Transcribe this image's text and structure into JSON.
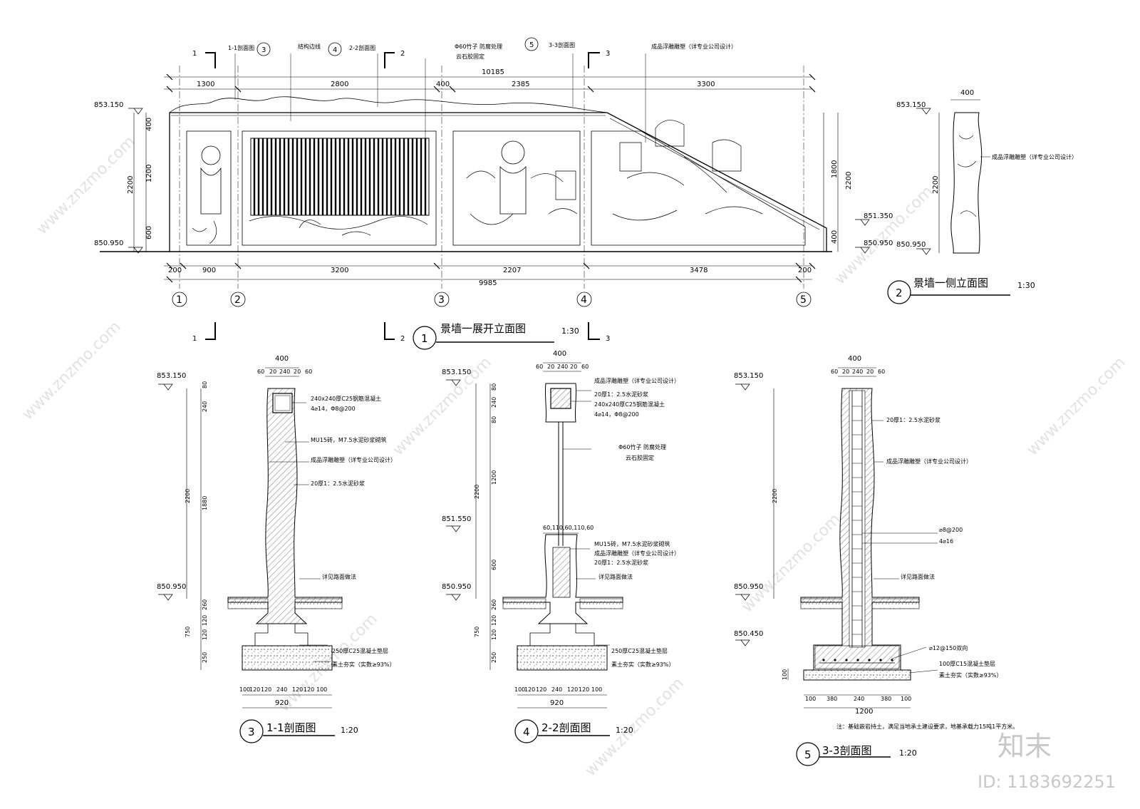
{
  "watermark": {
    "site": "www.znzmo.com",
    "brand": "知末",
    "id": "ID: 1183692251"
  },
  "elevation": {
    "bubble": "1",
    "title": "景墙一展开立面图",
    "scale": "1:30",
    "levels": {
      "top": "853.150",
      "base": "850.950"
    },
    "top_dims": {
      "total": "10185",
      "segments": [
        "1300",
        "2800",
        "400",
        "2385",
        "3300"
      ]
    },
    "bottom_dims": {
      "total": "9985",
      "segments": [
        "200",
        "900",
        "3200",
        "2207",
        "3478",
        "200"
      ]
    },
    "left_dims": {
      "outer": "2200",
      "parts": [
        "400",
        "1200",
        "600"
      ]
    },
    "right_dims": {
      "a": "1800",
      "b": "2200",
      "c": "400",
      "level_mid": "851.350",
      "level_base": "850.950"
    },
    "axes": [
      "1",
      "2",
      "3",
      "4",
      "5"
    ],
    "cuts": [
      {
        "num": "1",
        "label": "1-1剖面图",
        "bubble": "3"
      },
      {
        "num": "2",
        "label": "2-2剖面图",
        "bubble": "4"
      },
      {
        "num": "3",
        "label": "3-3剖面图",
        "bubble": "5"
      }
    ],
    "notes": {
      "edge": "结构边线",
      "bamboo": "Φ60竹子  防腐处理",
      "fix": "云石胶固定",
      "relief": "成品浮雕雕塑（详专业公司设计）"
    }
  },
  "side": {
    "bubble": "2",
    "title": "景墙一侧立面图",
    "scale": "1:30",
    "width": "400",
    "height": "2200",
    "top": "853.150",
    "base": "850.950",
    "note": "成品浮雕雕塑（详专业公司设计）"
  },
  "section1": {
    "bubble": "3",
    "title": "1-1剖面图",
    "scale": "1:20",
    "top_dims": {
      "total": "400",
      "parts": [
        "60",
        "20",
        "240",
        "20",
        "60"
      ]
    },
    "levels": {
      "top": "853.150",
      "base": "850.950"
    },
    "left_dims": [
      "80",
      "240",
      "1880",
      "2200",
      "260",
      "120",
      "120",
      "750",
      "250"
    ],
    "bottom_dims": {
      "parts": [
        "100",
        "120",
        "120",
        "240",
        "120",
        "120",
        "100"
      ],
      "total": "920"
    },
    "notes": [
      "240x240厚C25钢筋混凝土",
      "4⌀14，Φ8@200",
      "MU15砖，M7.5水泥砂浆砌筑",
      "成品浮雕雕塑（详专业公司设计）",
      "20厚1：2.5水泥砂浆",
      "详见路面做法",
      "250厚C25混凝土垫层",
      "素土夯实（实数≥93%）"
    ]
  },
  "section2": {
    "bubble": "4",
    "title": "2-2剖面图",
    "scale": "1:20",
    "top_dims": {
      "total": "400",
      "parts": [
        "60",
        "20",
        "240",
        "20",
        "60"
      ]
    },
    "levels": {
      "top": "853.150",
      "mid": "851.550",
      "base": "850.950"
    },
    "left_dims": [
      "80",
      "240",
      "80",
      "1200",
      "2200",
      "600",
      "260",
      "120",
      "120",
      "750",
      "250"
    ],
    "bottom_dims": {
      "parts": [
        "100",
        "120",
        "120",
        "240",
        "120",
        "120",
        "100"
      ],
      "total": "920"
    },
    "mid_dims": "60,110,60,110,60",
    "notes": [
      "成品浮雕雕塑（详专业公司设计）",
      "20厚1：2.5水泥砂浆",
      "240x240厚C25钢筋混凝土",
      "4⌀14，Φ8@200",
      "Φ60竹子  防腐处理",
      "云石胶固定",
      "MU15砖，M7.5水泥砂浆砌筑",
      "成品浮雕雕塑（详专业公司设计）",
      "20厚1：2.5水泥砂浆",
      "详见路面做法",
      "250厚C25混凝土垫层",
      "素土夯实（实数≥93%）"
    ]
  },
  "section3": {
    "bubble": "5",
    "title": "3-3剖面图",
    "scale": "1:20",
    "top_dims": {
      "total": "400",
      "parts": [
        "60",
        "20",
        "240",
        "20",
        "60"
      ]
    },
    "levels": {
      "top": "853.150",
      "base": "850.950",
      "foot": "850.450"
    },
    "left_dims": [
      "2200",
      "100"
    ],
    "bottom_dims": {
      "parts": [
        "100",
        "380",
        "240",
        "380",
        "100"
      ],
      "total": "1200"
    },
    "notes": [
      "20厚1：2.5水泥砂浆",
      "成品浮雕雕塑（详专业公司设计）",
      "⌀8@200",
      "4⌀16",
      "详见路面做法",
      "⌀12@150双向",
      "100厚C15混凝土垫层",
      "素土夯实（实数≥93%）"
    ],
    "footnote": "注：基础嵌岩持土，满足当地承土建设要求，地基承载力15吨1平方米。"
  }
}
